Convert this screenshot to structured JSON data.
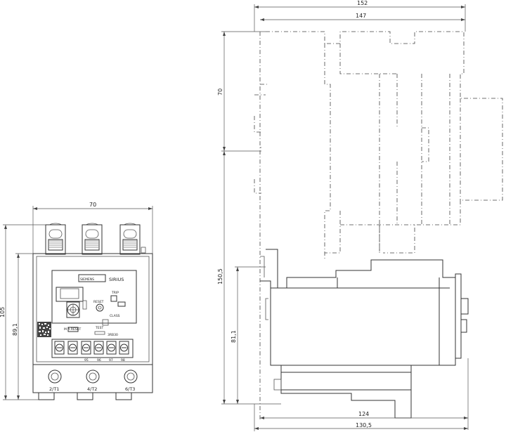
{
  "dimensions": {
    "front_width": "70",
    "front_total_height": "105",
    "front_body_height": "89,1",
    "side_total_depth": "152",
    "side_depth_147": "147",
    "side_rail_offset": "70",
    "side_height": "150,5",
    "side_lower_height": "81,1",
    "side_depth_124": "124",
    "side_depth_130": "130,5"
  },
  "front_labels": {
    "brand": "SIEMENS",
    "product": "SIRIUS",
    "trip": "TRIP",
    "reset": "RESET",
    "class": "CLASS",
    "test": "TEST",
    "model": "3RB30",
    "manual_auto_reset": "M  A RESET",
    "terminal_95": "95",
    "terminal_96": "96",
    "terminal_97": "97",
    "terminal_98": "98",
    "terminal_t1": "2/T1",
    "terminal_t2": "4/T2",
    "terminal_t3": "6/T3"
  }
}
